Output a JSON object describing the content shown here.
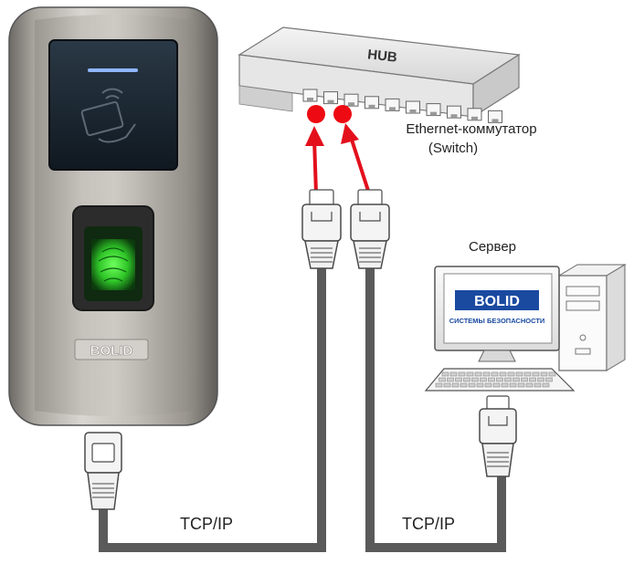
{
  "labels": {
    "switch_name": "Ethernet-коммутатор",
    "switch_sub": "(Switch)",
    "server": "Сервер",
    "link_left": "TCP/IP",
    "link_right": "TCP/IP"
  },
  "hub": {
    "label": "HUB"
  },
  "reader": {
    "logo": "BOLID"
  },
  "monitor": {
    "logo": "BOLID",
    "tagline": "СИСТЕМЫ БЕЗОПАСНОСТИ"
  },
  "colors": {
    "cable": "#5a5a5a",
    "arrow": "#e3101c",
    "port_marker": "#ee0a12",
    "reader_screen": "#1b2a36",
    "fingerprint": "#3ee03a",
    "brand": "#1a4aa0"
  },
  "icons": [
    "card-tap-icon",
    "fingerprint-sensor-icon",
    "rj45-connector-icon",
    "keyboard-icon",
    "system-unit-icon"
  ]
}
